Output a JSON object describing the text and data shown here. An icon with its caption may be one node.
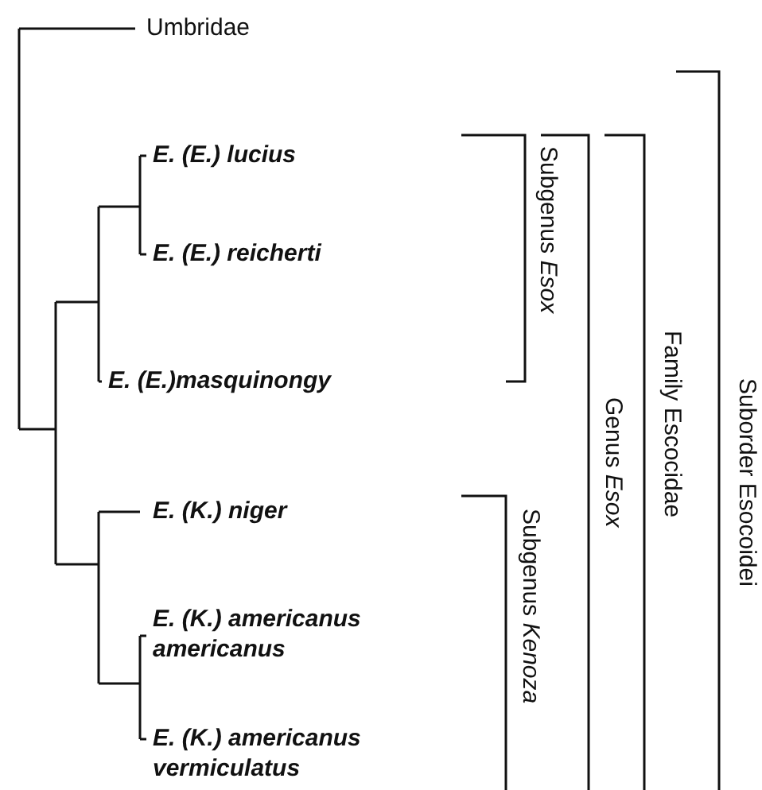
{
  "diagram": {
    "labels": [
      "Umbridae",
      "E. (E.) lucius",
      "Subgenus *Esox*",
      "Genus *Esox*",
      "Family Escocidae",
      "Suborder Esocoidei",
      "E. (E.) reicherti",
      "E. (E.)masquinongy",
      "E. (K.) niger",
      "Subgenus *Kenoza*",
      "E. (K.) americanus americanus",
      "E. (K.) americanus vermiculatus"
    ]
  }
}
